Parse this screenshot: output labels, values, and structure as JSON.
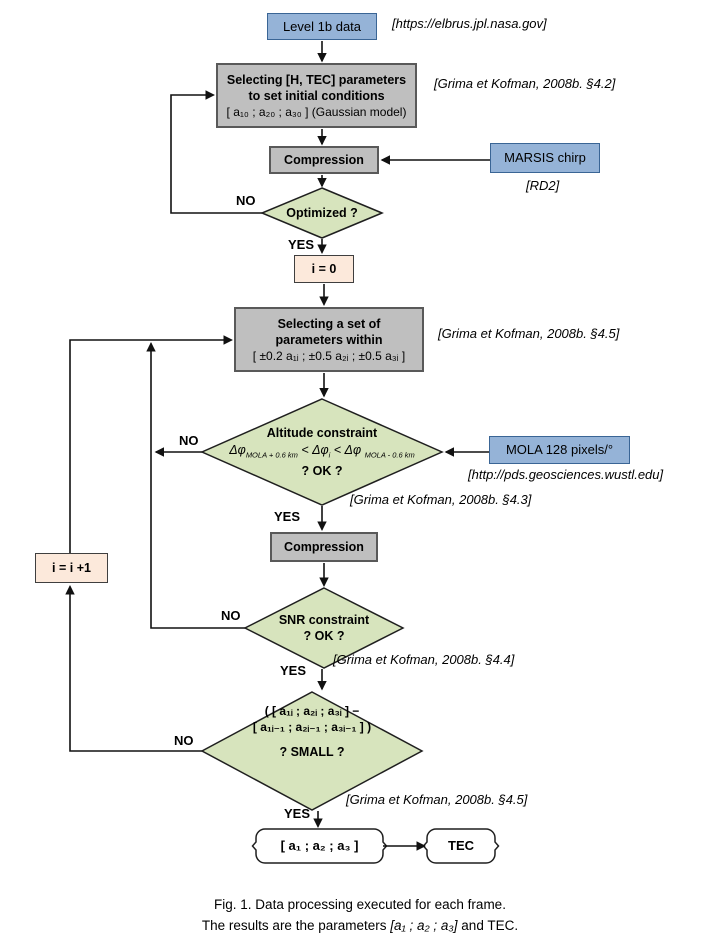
{
  "labels": {
    "yes": "YES",
    "no": "NO"
  },
  "nodes": {
    "level1b": {
      "label": "Level 1b data"
    },
    "select_initial": {
      "line1": "Selecting [H, TEC] parameters",
      "line2": "to set initial conditions",
      "line3": "[ a₁₀ ; a₂₀ ; a₃₀ ]  (Gaussian model)"
    },
    "compression1": {
      "label": "Compression"
    },
    "marsis": {
      "label": "MARSIS chirp"
    },
    "optimized": {
      "label": "Optimized ?"
    },
    "i_zero": {
      "label": "i = 0"
    },
    "select_set": {
      "line1": "Selecting a set of",
      "line2": "parameters within",
      "line3": "[ ±0.2 a₁ᵢ ; ±0.5 a₂ᵢ ; ±0.5 a₃ᵢ ]"
    },
    "altitude": {
      "title": "Altitude constraint",
      "f_p1": "Δφ",
      "f_s1": "MOLA + 0.6 km",
      "f_p2": " < Δφ",
      "f_s2": "i",
      "f_p3": " < Δφ ",
      "f_s3": "MOLA - 0.6 km",
      "question": "? OK ?"
    },
    "mola": {
      "label": "MOLA 128 pixels/°"
    },
    "compression2": {
      "label": "Compression"
    },
    "snr": {
      "line1": "SNR constraint",
      "line2": "? OK ?"
    },
    "i_increment": {
      "label": "i = i +1"
    },
    "small": {
      "line1": "( [ a₁ᵢ ; a₂ᵢ ; a₃ᵢ ] −",
      "line2": "[ a₁ᵢ₋₁ ; a₂ᵢ₋₁ ; a₃ᵢ₋₁ ] )",
      "question": "? SMALL ?"
    },
    "result": {
      "label": "[ a₁ ; a₂ ; a₃ ]"
    },
    "tec": {
      "label": "TEC"
    }
  },
  "annotations": {
    "elbrus": "[https://elbrus.jpl.nasa.gov]",
    "grima_4_2": "[Grima et Kofman, 2008b. §4.2]",
    "rd2": "[RD2]",
    "grima_4_5_top": "[Grima et Kofman, 2008b. §4.5]",
    "pds": "[http://pds.geosciences.wustl.edu]",
    "grima_4_3": "[Grima et Kofman, 2008b. §4.3]",
    "grima_4_4": "[Grima et Kofman, 2008b. §4.4]",
    "grima_4_5_bottom": "[Grima et Kofman, 2008b. §4.5]"
  },
  "caption": {
    "line1": "Fig. 1. Data processing executed for each frame.",
    "line2_prefix": "The results are the parameters ",
    "line2_math": "[a₁ ; a₂ ; a₃]",
    "line2_suffix": " and TEC."
  },
  "colors": {
    "process_fill": "#BFBFBF",
    "process_border": "#595959",
    "data_fill": "#95B3D7",
    "data_border": "#3A6595",
    "decision_fill": "#D7E4BD",
    "decision_border": "#1F1F1F",
    "counter_fill": "#FCE9DB",
    "counter_border": "#3F3F3F",
    "line_color": "#111111"
  }
}
